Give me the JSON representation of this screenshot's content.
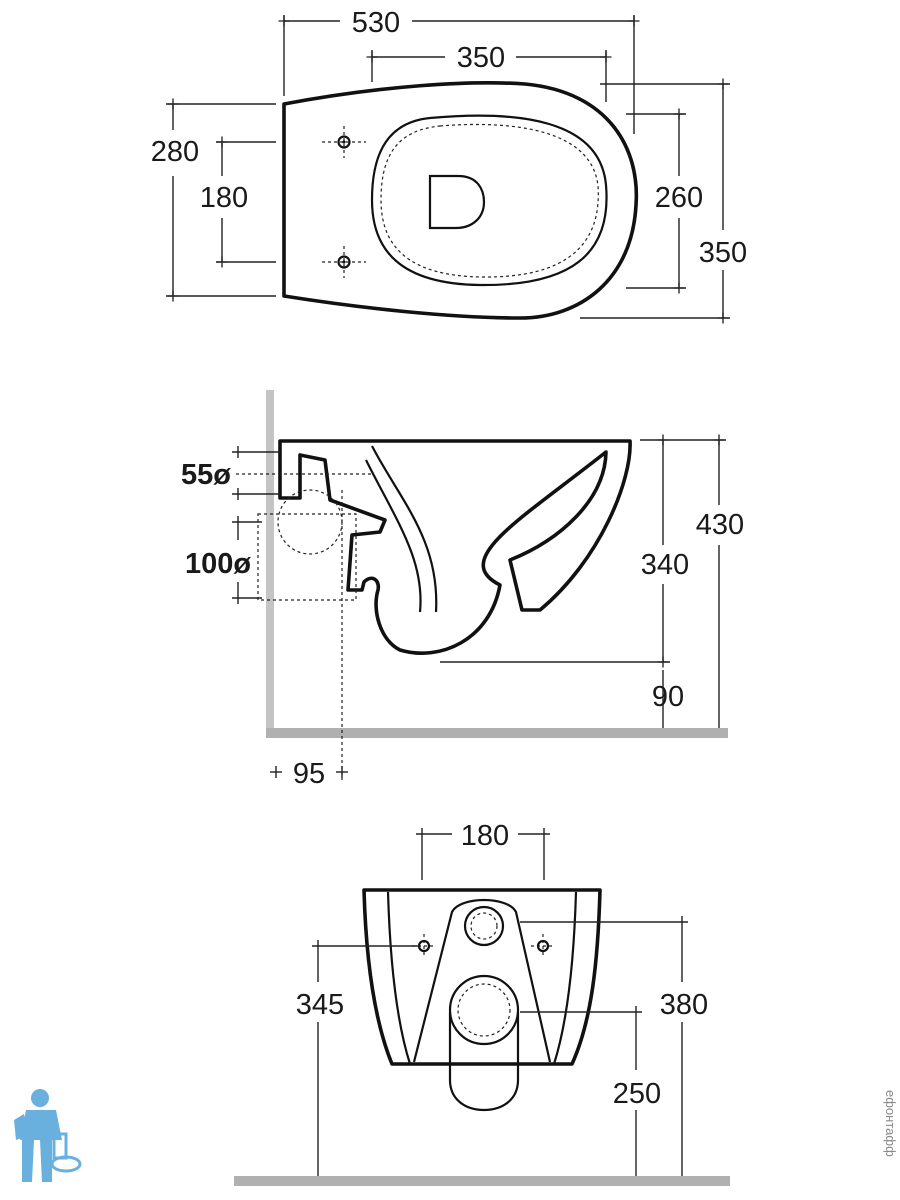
{
  "top_view": {
    "dims": {
      "length_total": "530",
      "length_bowl": "350",
      "width_back": "280",
      "bolt_spacing": "180",
      "seat_width": "260",
      "width_total": "350"
    }
  },
  "side_view": {
    "dims": {
      "inlet_diameter": "55ø",
      "outlet_diameter": "100ø",
      "height_total": "430",
      "bowl_height": "340",
      "floor_clearance": "90",
      "outlet_offset": "95"
    }
  },
  "back_view": {
    "dims": {
      "bolt_spacing": "180",
      "bolt_height": "345",
      "inlet_height": "380",
      "outlet_height": "250"
    }
  },
  "watermark": "ефонтафф",
  "colors": {
    "line": "#111111",
    "floor": "#b0b0b0",
    "mascot": "#4fa3d9"
  }
}
